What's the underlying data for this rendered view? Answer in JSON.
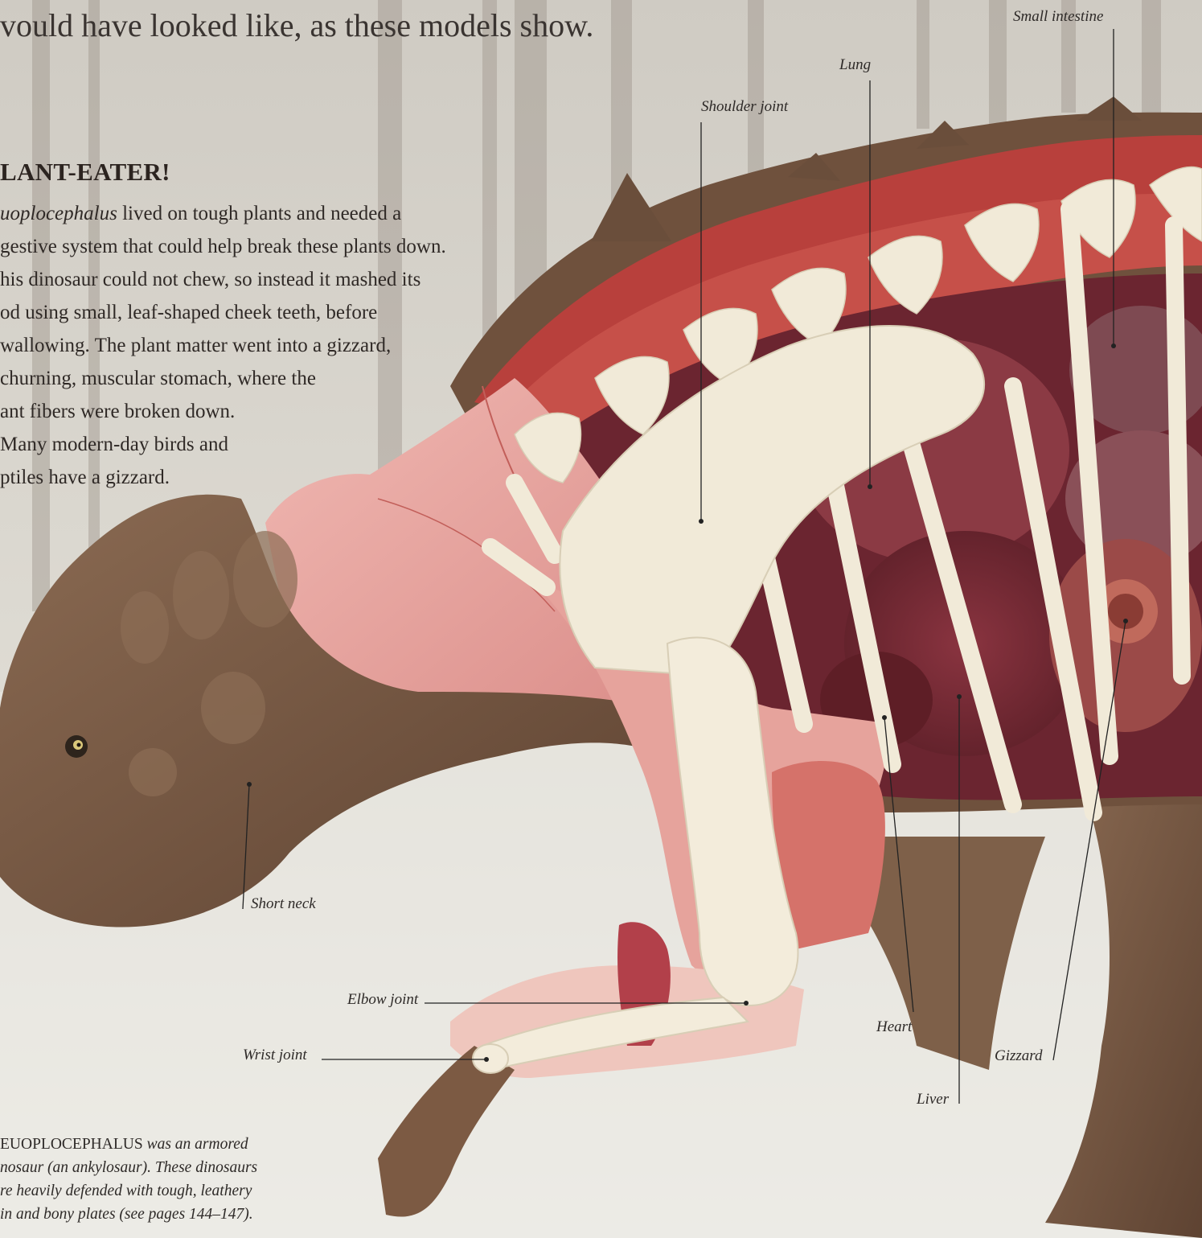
{
  "intro": "vould have looked like, as these models show.",
  "sidebar": {
    "heading": "LANT-EATER!",
    "lines": [
      {
        "sci": "uoplocephalus",
        "rest": " lived on tough plants and needed a"
      },
      {
        "sci": "",
        "rest": "gestive system that could help break these plants down."
      },
      {
        "sci": "",
        "rest": "his dinosaur could not chew, so instead it mashed its"
      },
      {
        "sci": "",
        "rest": "od using small, leaf-shaped cheek teeth, before"
      },
      {
        "sci": "",
        "rest": "wallowing. The plant matter went into a gizzard,"
      },
      {
        "sci": "",
        "rest": "churning, muscular stomach, where the"
      },
      {
        "sci": "",
        "rest": "ant fibers were broken down."
      },
      {
        "sci": "",
        "rest": "Many modern-day birds and"
      },
      {
        "sci": "",
        "rest": "ptiles have a gizzard."
      }
    ]
  },
  "labels": {
    "small_intestine": "Small intestine",
    "lung": "Lung",
    "shoulder_joint": "Shoulder joint",
    "short_neck": "Short neck",
    "elbow_joint": "Elbow joint",
    "wrist_joint": "Wrist joint",
    "heart": "Heart",
    "gizzard": "Gizzard",
    "liver": "Liver"
  },
  "caption": {
    "line1_upright": "EUOPLOCEPHALUS",
    "line1_italic": " was an armored",
    "line2": "nosaur (an ankylosaur). These dinosaurs",
    "line3": "re heavily defended with tough, leathery",
    "line4": "in and bony plates (see pages 144–147)."
  },
  "colors": {
    "flesh": "#d98a86",
    "muscle_red": "#b8403c",
    "bone": "#f1ead8",
    "skin_brown": "#7a5a44",
    "organ_dark": "#7a2b34"
  }
}
